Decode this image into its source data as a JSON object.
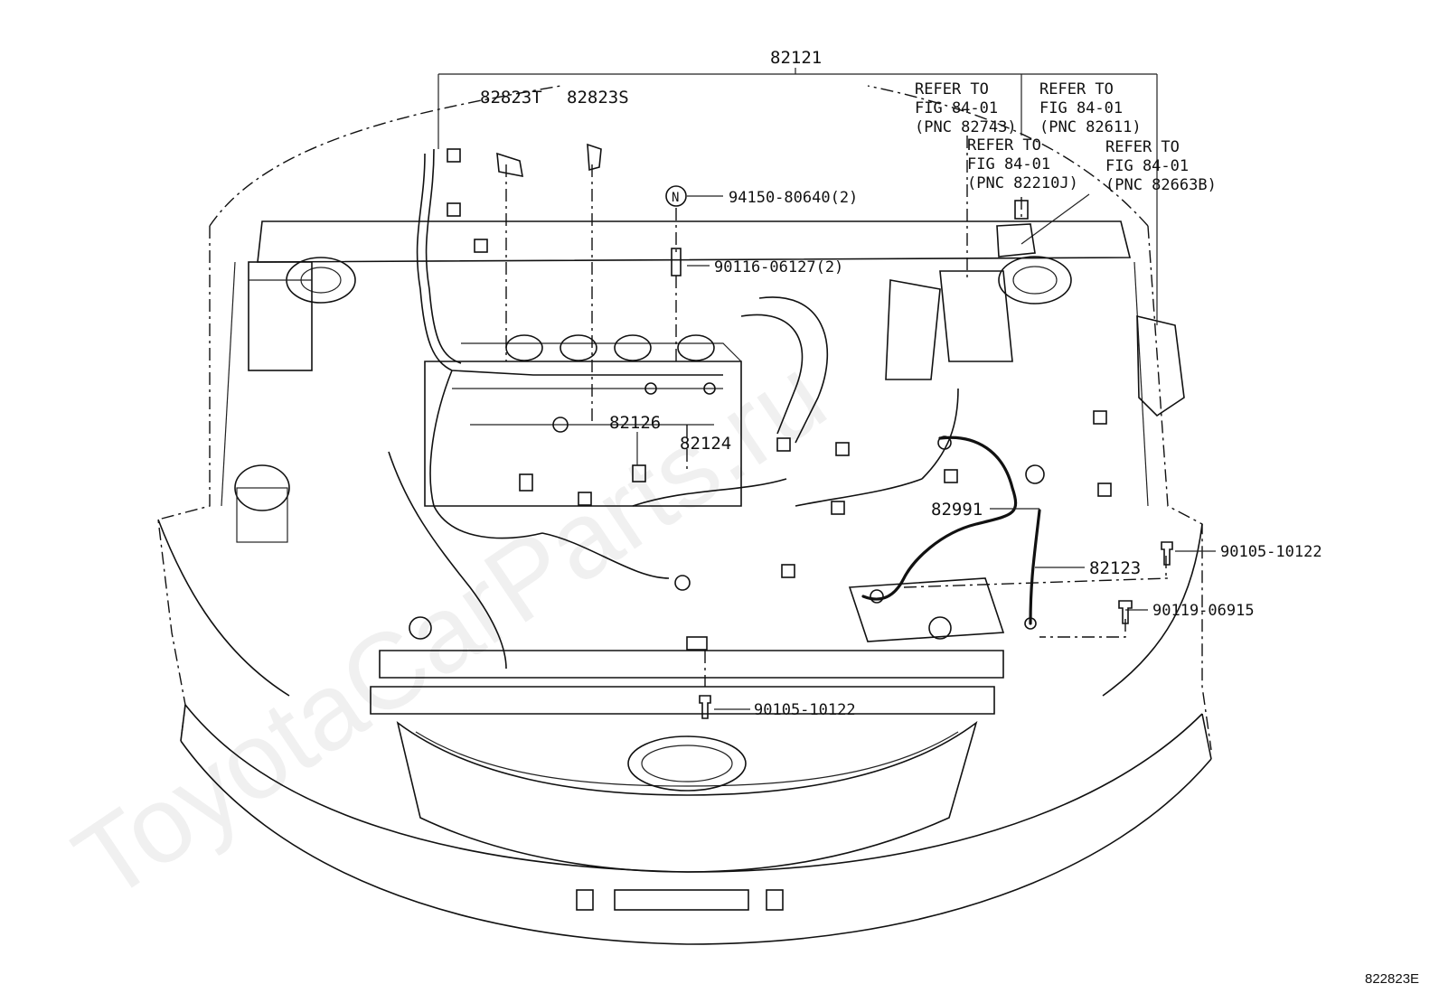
{
  "labels": {
    "harness_main": "82121",
    "part_82823t": "82823T",
    "part_82823s": "82823S",
    "nut_part": "94150-80640(2)",
    "stud_part": "90116-06127(2)",
    "part_82126": "82126",
    "part_82124": "82124",
    "part_82991": "82991",
    "part_82123": "82123",
    "bolt_right": "90105-10122",
    "bolt_right_lower": "90119-06915",
    "bolt_bottom": "90105-10122",
    "nut_symbol": "N"
  },
  "references": [
    {
      "line1": "REFER TO",
      "line2": "FIG 84-01",
      "line3": "(PNC 82743)"
    },
    {
      "line1": "REFER TO",
      "line2": "FIG 84-01",
      "line3": "(PNC 82611)"
    },
    {
      "line1": "REFER TO",
      "line2": "FIG 84-01",
      "line3": "(PNC 82210J)"
    },
    {
      "line1": "REFER TO",
      "line2": "FIG 84-01",
      "line3": "(PNC 82663B)"
    }
  ],
  "figure_id": "822823E",
  "watermark": "ToyotaCarParts.ru"
}
